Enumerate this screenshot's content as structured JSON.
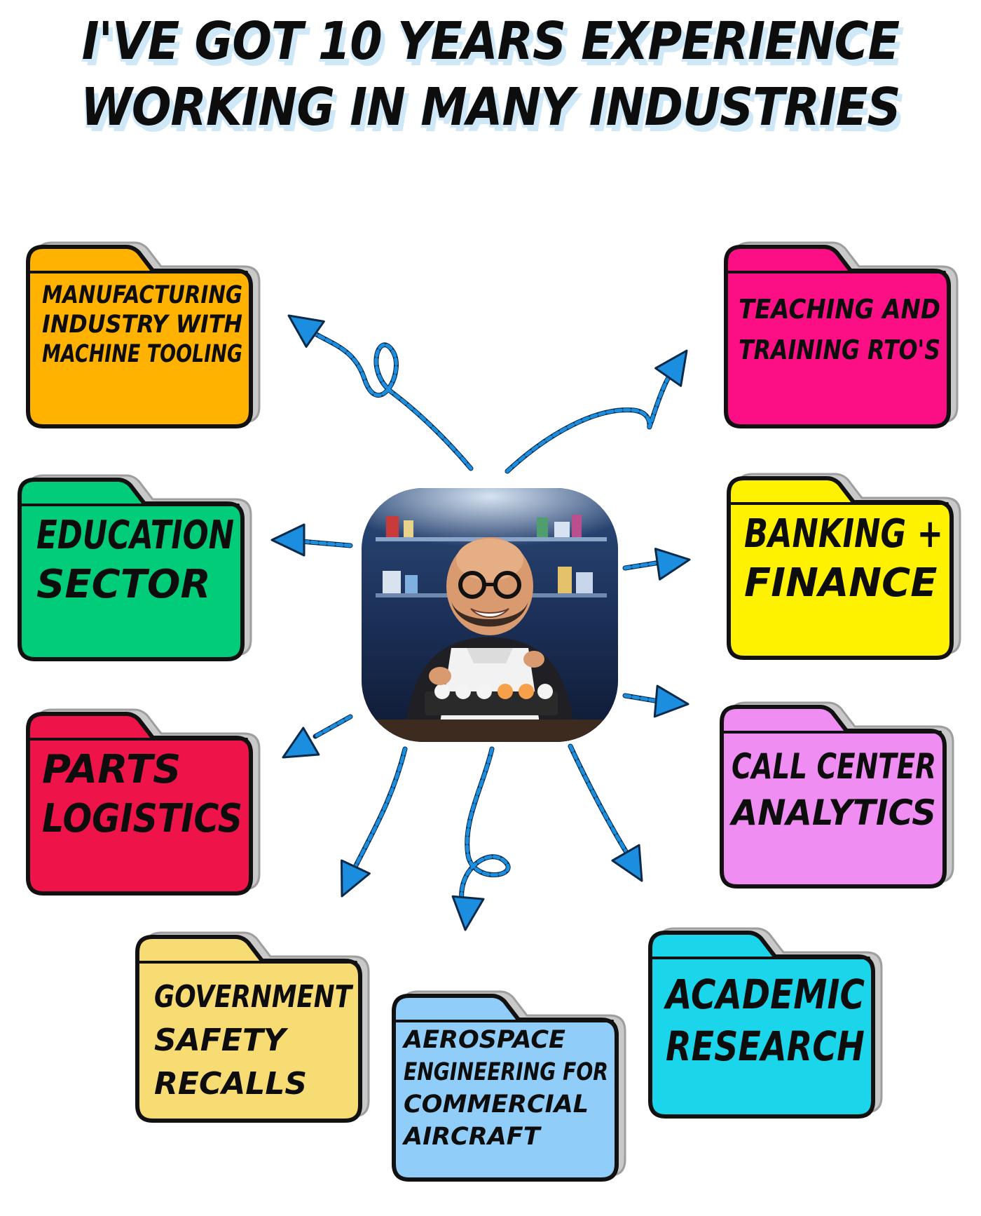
{
  "title": {
    "line1": "I'VE GOT 10 YEARS EXPERIENCE",
    "line2": "WORKING IN MANY INDUSTRIES"
  },
  "center": {
    "image": "smiling-chef-portrait",
    "icon": "portrait-image"
  },
  "folders": [
    {
      "id": "manufacturing",
      "lines": [
        "MANUFACTURING",
        "INDUSTRY WITH",
        "MACHINE TOOLING"
      ],
      "color": "#ffb300",
      "icon": "folder-icon"
    },
    {
      "id": "education",
      "lines": [
        "EDUCATION",
        "SECTOR"
      ],
      "color": "#00cc7a",
      "icon": "folder-icon"
    },
    {
      "id": "parts-logistics",
      "lines": [
        "PARTS",
        "LOGISTICS"
      ],
      "color": "#ee1349",
      "icon": "folder-icon"
    },
    {
      "id": "government",
      "lines": [
        "GOVERNMENT",
        "SAFETY",
        "RECALLS"
      ],
      "color": "#f7dc74",
      "icon": "folder-icon"
    },
    {
      "id": "aerospace",
      "lines": [
        "AEROSPACE",
        "ENGINEERING FOR",
        "COMMERCIAL",
        "AIRCRAFT"
      ],
      "color": "#90cdf8",
      "icon": "folder-icon"
    },
    {
      "id": "academic",
      "lines": [
        "ACADEMIC",
        "RESEARCH"
      ],
      "color": "#1bd6eb",
      "icon": "folder-icon"
    },
    {
      "id": "call-center",
      "lines": [
        "CALL CENTER",
        "ANALYTICS"
      ],
      "color": "#ef8df2",
      "icon": "folder-icon"
    },
    {
      "id": "banking",
      "lines": [
        "BANKING +",
        "FINANCE"
      ],
      "color": "#fff200",
      "icon": "folder-icon"
    },
    {
      "id": "teaching",
      "lines": [
        "TEACHING AND",
        "TRAINING RTO'S"
      ],
      "color": "#fc0f84",
      "icon": "folder-icon"
    }
  ],
  "colors": {
    "arrow": "#1b8ee0",
    "outline": "#111111",
    "folder_shadow": "#c9c9c9",
    "title_shadow": "#cfe8f7"
  }
}
